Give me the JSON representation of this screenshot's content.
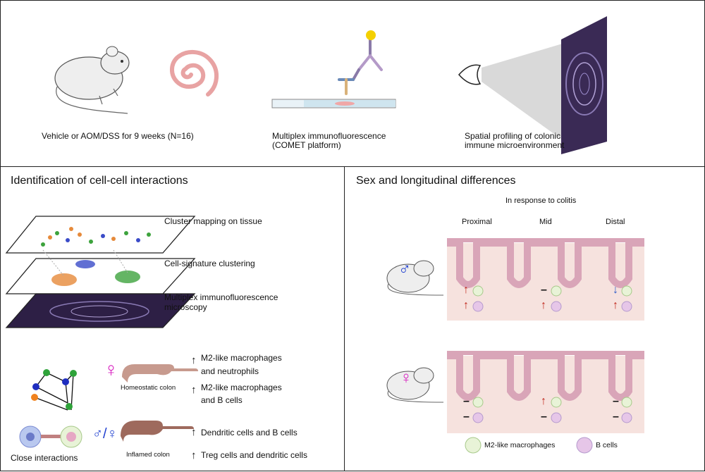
{
  "top": {
    "captions": [
      "Vehicle or AOM/DSS for 9 weeks (N=16)",
      "Multiplex immunofluorescence",
      "(COMET platform)",
      "Spatial profiling of colonic",
      "immune microenvironment"
    ]
  },
  "left": {
    "title": "Identification of cell-cell interactions",
    "layers": [
      "Cluster mapping on tissue",
      "Cell-signature clustering",
      "Multiplex immunofluorescence",
      "microscopy"
    ],
    "network_label": "Close interactions",
    "female_symbol": "♀",
    "both_symbol": "♂/♀",
    "colon_homeostatic": "Homeostatic colon",
    "colon_inflamed": "Inflamed colon",
    "findings": [
      "M2-like macrophages",
      "and neutrophils",
      "M2-like macrophages",
      "and B cells",
      "Dendritic cells and B cells",
      "Treg cells and dendritic cells"
    ],
    "arrow": "↑"
  },
  "right": {
    "title": "Sex and longitudinal differences",
    "subtitle": "In response to colitis",
    "regions": [
      "Proximal",
      "Mid",
      "Distal"
    ],
    "male_symbol": "♂",
    "female_symbol": "♀",
    "male_marks": [
      "↑",
      "↑",
      "–",
      "↑",
      "↓",
      "↑"
    ],
    "female_marks": [
      "–",
      "–",
      "↑",
      "–",
      "–",
      "–"
    ],
    "legend": [
      "M2-like macrophages",
      "B cells"
    ]
  },
  "colors": {
    "accent_red": "#c0281c",
    "accent_blue": "#2a59c8",
    "male_blue": "#1f3fd0",
    "female_pink": "#d821c0",
    "tissue": "#f6e2de",
    "villus": "#d9a5b8"
  }
}
